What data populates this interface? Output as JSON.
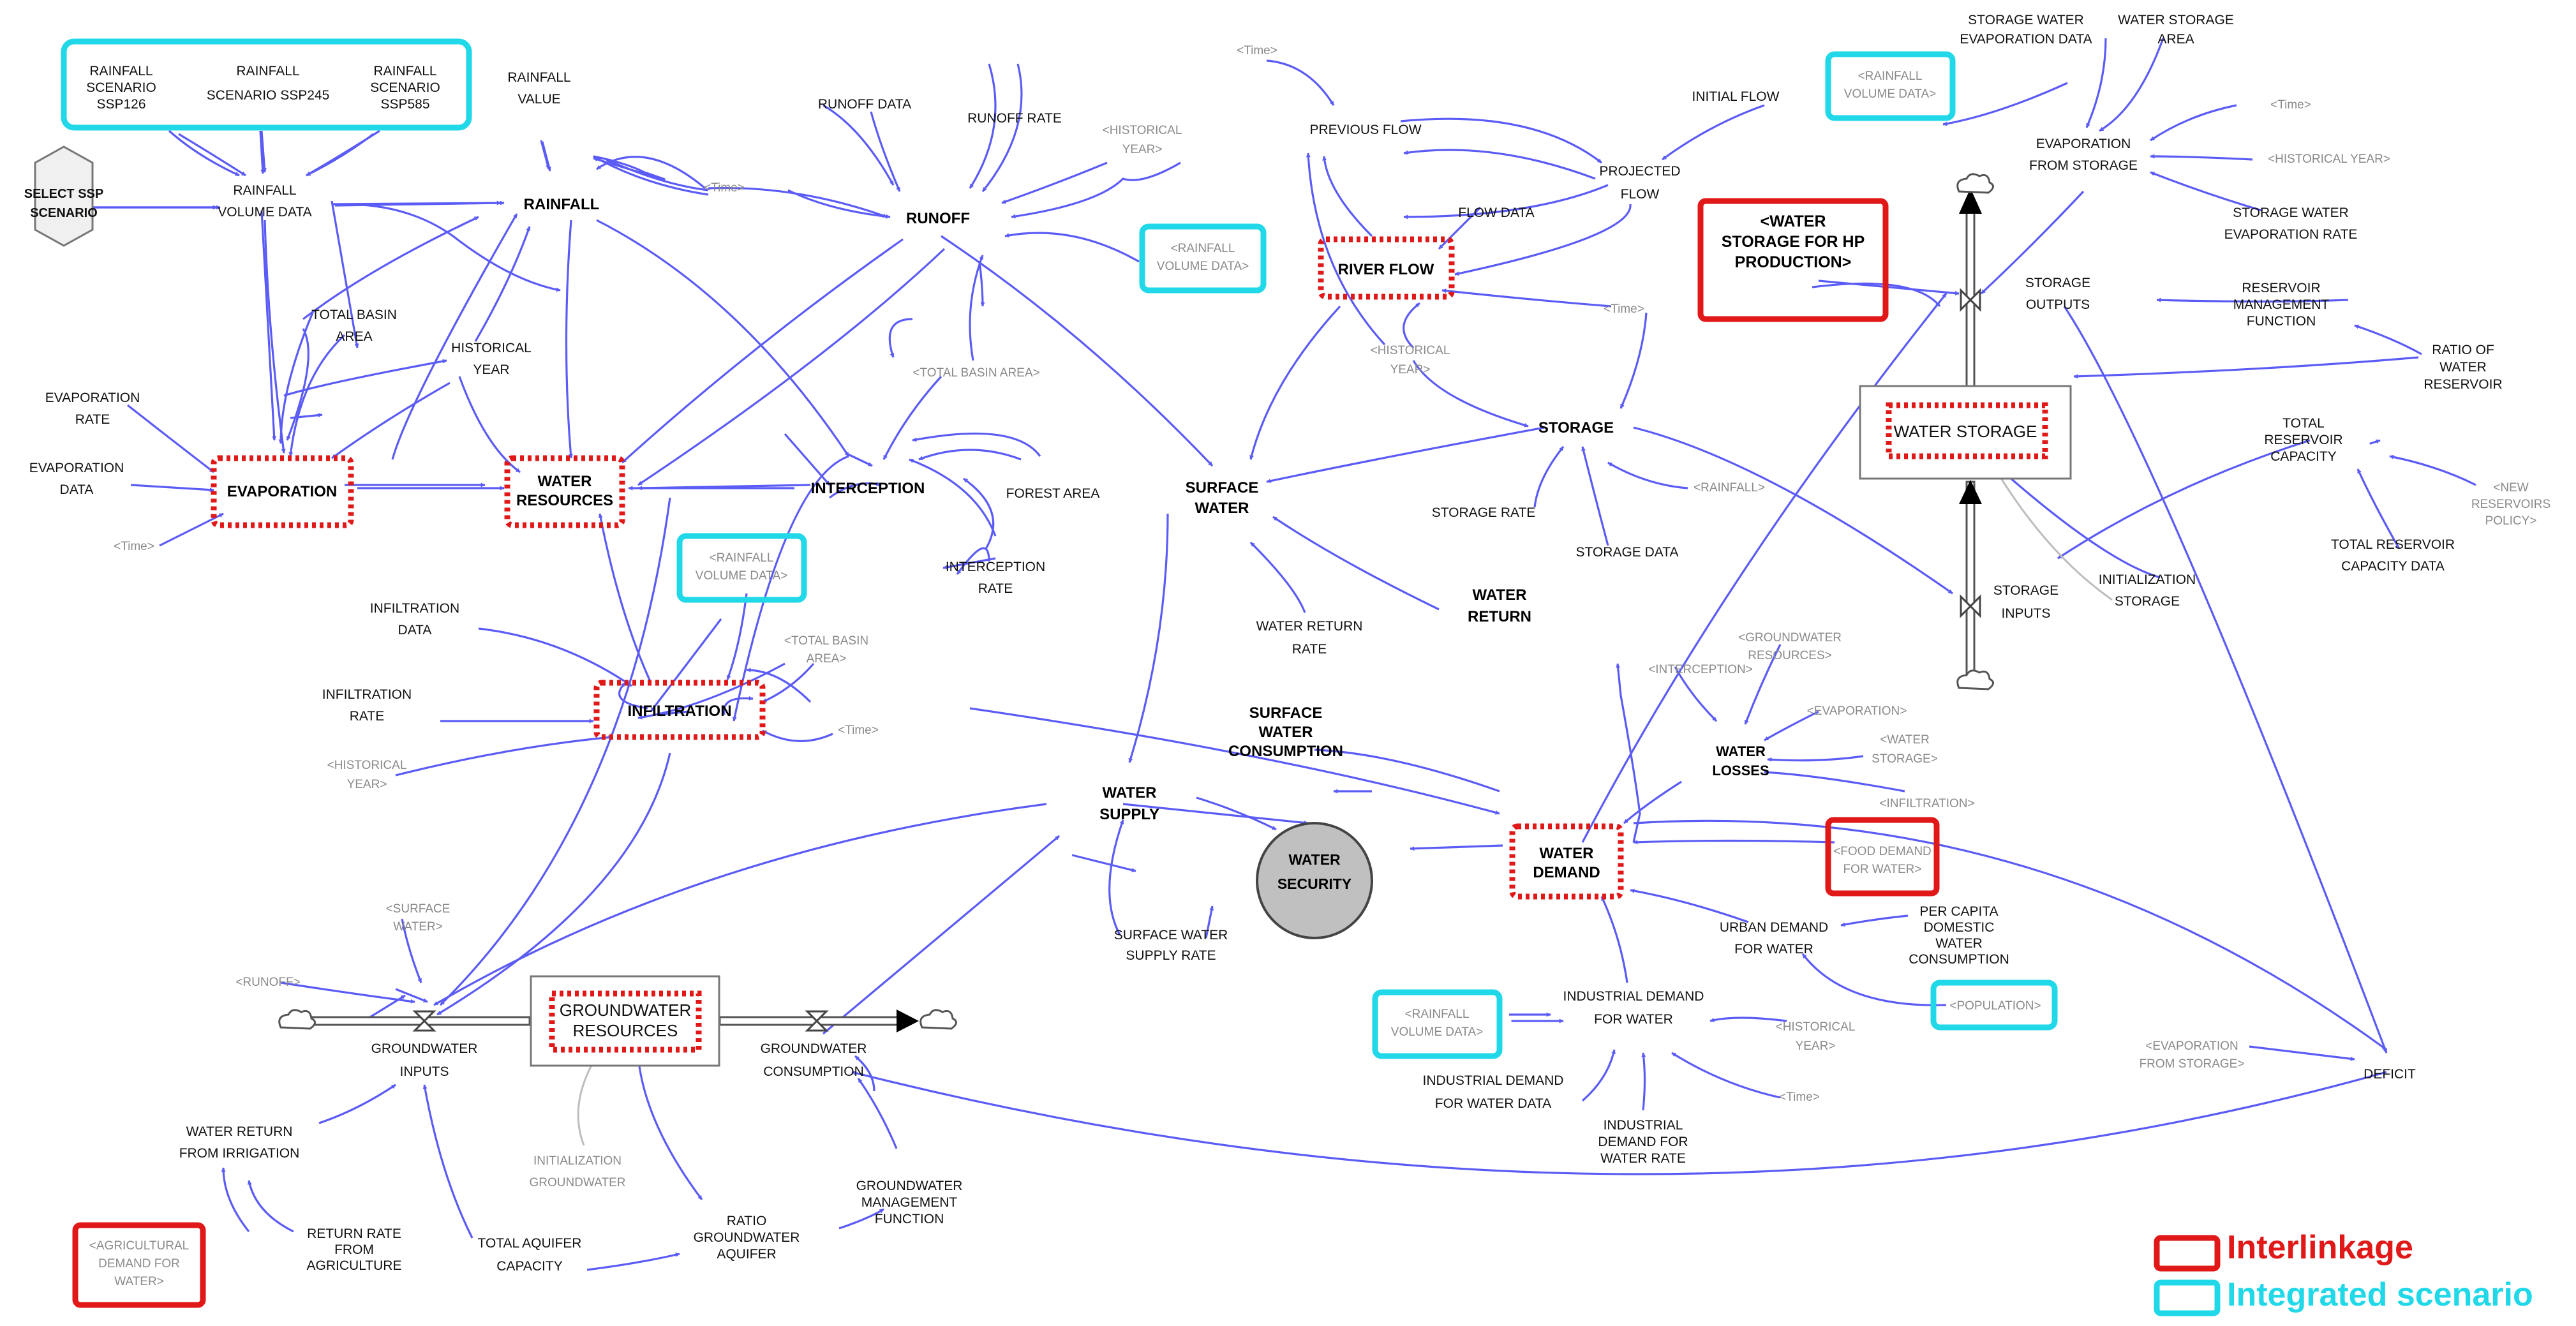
{
  "diagram": {
    "variables": {
      "rainfall_scenario_ssp126": "RAINFALL\nSCENARIO\nSSP126",
      "rainfall_scenario_ssp245": "RAINFALL\nSCENARIO SSP245",
      "rainfall_scenario_ssp585": "RAINFALL\nSCENARIO\nSSP585",
      "select_ssp_scenario": "SELECT SSP\nSCENARIO",
      "rainfall_volume_data": "RAINFALL\nVOLUME DATA",
      "rainfall_value": "RAINFALL\nVALUE",
      "rainfall": "RAINFALL",
      "runoff_data": "RUNOFF DATA",
      "runoff_rate": "RUNOFF RATE",
      "runoff": "RUNOFF",
      "total_basin_area": "TOTAL BASIN\nAREA",
      "historical_year": "HISTORICAL\nYEAR",
      "evaporation_rate": "EVAPORATION\nRATE",
      "evaporation_data": "EVAPORATION\nDATA",
      "evaporation": "EVAPORATION",
      "water_resources": "WATER\nRESOURCES",
      "interception": "INTERCEPTION",
      "forest_area": "FOREST AREA",
      "interception_rate": "INTERCEPTION\nRATE",
      "infiltration_data": "INFILTRATION\nDATA",
      "infiltration_rate": "INFILTRATION\nRATE",
      "infiltration": "INFILTRATION",
      "previous_flow": "PREVIOUS FLOW",
      "initial_flow": "INITIAL FLOW",
      "projected_flow": "PROJECTED\nFLOW",
      "flow_data": "FLOW DATA",
      "river_flow": "RIVER FLOW",
      "storage": "STORAGE",
      "storage_rate": "STORAGE RATE",
      "storage_data": "STORAGE DATA",
      "surface_water": "SURFACE\nWATER",
      "water_return": "WATER\nRETURN",
      "water_return_rate": "WATER RETURN\nRATE",
      "surface_water_consumption": "SURFACE\nWATER\nCONSUMPTION",
      "water_supply": "WATER\nSUPPLY",
      "water_security": "WATER\nSECURITY",
      "surface_water_supply_rate": "SURFACE WATER\nSUPPLY RATE",
      "water_demand": "WATER\nDEMAND",
      "water_losses": "WATER\nLOSSES",
      "urban_demand_for_water": "URBAN DEMAND\nFOR WATER",
      "per_capita_domestic_water_consumption": "PER CAPITA\nDOMESTIC\nWATER\nCONSUMPTION",
      "industrial_demand_for_water": "INDUSTRIAL DEMAND\nFOR WATER",
      "industrial_demand_for_water_data": "INDUSTRIAL DEMAND\nFOR WATER DATA",
      "industrial_demand_for_water_rate": "INDUSTRIAL\nDEMAND FOR\nWATER RATE",
      "storage_water_evaporation_data": "STORAGE WATER\nEVAPORATION DATA",
      "water_storage_area": "WATER STORAGE\nAREA",
      "evaporation_from_storage": "EVAPORATION\nFROM STORAGE",
      "storage_water_evaporation_rate": "STORAGE WATER\nEVAPORATION RATE",
      "water_storage_for_hp": "<WATER\nSTORAGE FOR HP\nPRODUCTION>",
      "storage_outputs": "STORAGE\nOUTPUTS",
      "reservoir_management_function": "RESERVOIR\nMANAGEMENT\nFUNCTION",
      "ratio_of_water_reservoir": "RATIO OF\nWATER\nRESERVOIR",
      "total_reservoir_capacity": "TOTAL\nRESERVOIR\nCAPACITY",
      "total_reservoir_capacity_data": "TOTAL RESERVOIR\nCAPACITY DATA",
      "water_storage": "WATER STORAGE",
      "storage_inputs": "STORAGE\nINPUTS",
      "initialization_storage": "INITIALIZATION\nSTORAGE",
      "deficit": "DEFICIT",
      "groundwater_resources": "GROUNDWATER\nRESOURCES",
      "groundwater_inputs": "GROUNDWATER\nINPUTS",
      "groundwater_consumption": "GROUNDWATER\nCONSUMPTION",
      "initialization_groundwater": "INITIALIZATION\nGROUNDWATER",
      "water_return_from_irrigation": "WATER RETURN\nFROM IRRIGATION",
      "return_rate_from_agriculture": "RETURN RATE\nFROM\nAGRICULTURE",
      "total_aquifer_capacity": "TOTAL AQUIFER\nCAPACITY",
      "ratio_groundwater_aquifer": "RATIO\nGROUNDWATER\nAQUIFER",
      "groundwater_management_function": "GROUNDWATER\nMANAGEMENT\nFUNCTION"
    },
    "shadow_variables": {
      "time": "<Time>",
      "historical_year": "<HISTORICAL\nYEAR>",
      "historical_year_inline": "<HISTORICAL YEAR>",
      "rainfall_volume_data": "<RAINFALL\nVOLUME DATA>",
      "total_basin_area": "<TOTAL BASIN\nAREA>",
      "total_basin_area_inline": "<TOTAL BASIN AREA>",
      "rainfall": "<RAINFALL>",
      "interception": "<INTERCEPTION>",
      "groundwater_resources": "<GROUNDWATER\nRESOURCES>",
      "evaporation": "<EVAPORATION>",
      "water_storage": "<WATER\nSTORAGE>",
      "infiltration": "<INFILTRATION>",
      "food_demand_for_water": "<FOOD DEMAND\nFOR WATER>",
      "population": "<POPULATION>",
      "surface_water": "<SURFACE\nWATER>",
      "runoff": "<RUNOFF>",
      "evaporation_from_storage": "<EVAPORATION\nFROM STORAGE>",
      "new_reservoirs_policy": "<NEW\nRESERVOIRS\nPOLICY>",
      "agricultural_demand_for_water": "<AGRICULTURAL\nDEMAND FOR\nWATER>"
    },
    "legend": {
      "interlinkage": "Interlinkage",
      "integrated_scenario": "Integrated scenario"
    },
    "colors": {
      "arrow": "#5b5bf5",
      "interlinkage": "#e01818",
      "integrated_scenario": "#20d8e8",
      "highlight_dots": "#e01818",
      "shadow_text": "#8a8a8a",
      "water_security_fill": "#c0c0c0"
    },
    "icons": {
      "cloud": "cloud-icon",
      "valve": "valve-icon",
      "hexagon": "hexagon-icon"
    }
  }
}
